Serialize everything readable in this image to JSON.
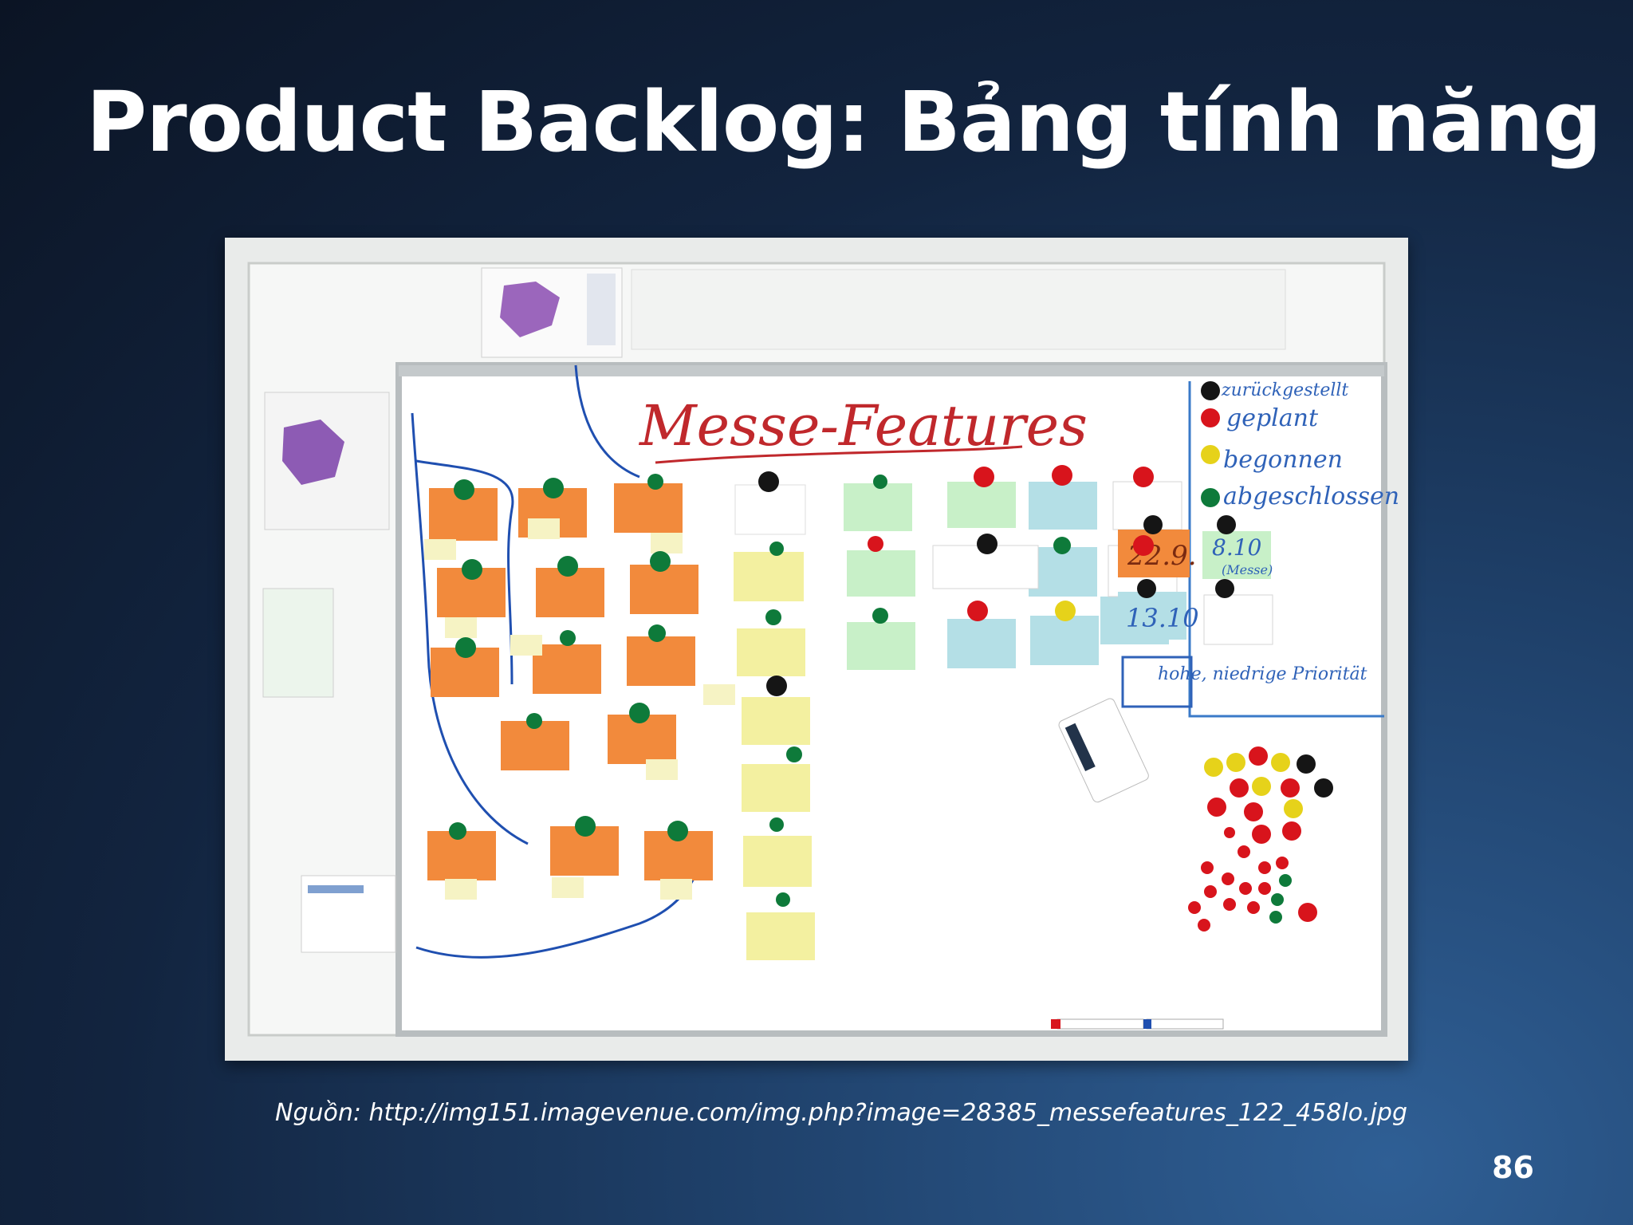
{
  "slide": {
    "title": "Product Backlog: Bảng tính năng",
    "source_caption": "Nguồn: http://img151.imagevenue.com/img.php?image=28385_messefeatures_122_458lo.jpg",
    "slide_number": "86"
  },
  "whiteboard": {
    "heading": "Messe-Features",
    "legend": {
      "items": [
        "zurückgestellt",
        "geplant",
        "begonnen",
        "abgeschlossen"
      ],
      "dates": [
        "22.9.",
        "8.10",
        "13.10"
      ],
      "date_note": "(Messe)",
      "priority_label": "hohe, niedrige Priorität"
    }
  },
  "colors": {
    "background_dark": "#0b1424",
    "background_light": "#2f5f95",
    "note_orange": "#f28a3c",
    "note_yellow": "#f3f0a0",
    "note_green": "#c8f0c8",
    "note_blue": "#b4dfe6",
    "magnet_red": "#d8141c",
    "magnet_green": "#0e7a3a",
    "magnet_yellow": "#e6d21a",
    "magnet_black": "#151515"
  }
}
